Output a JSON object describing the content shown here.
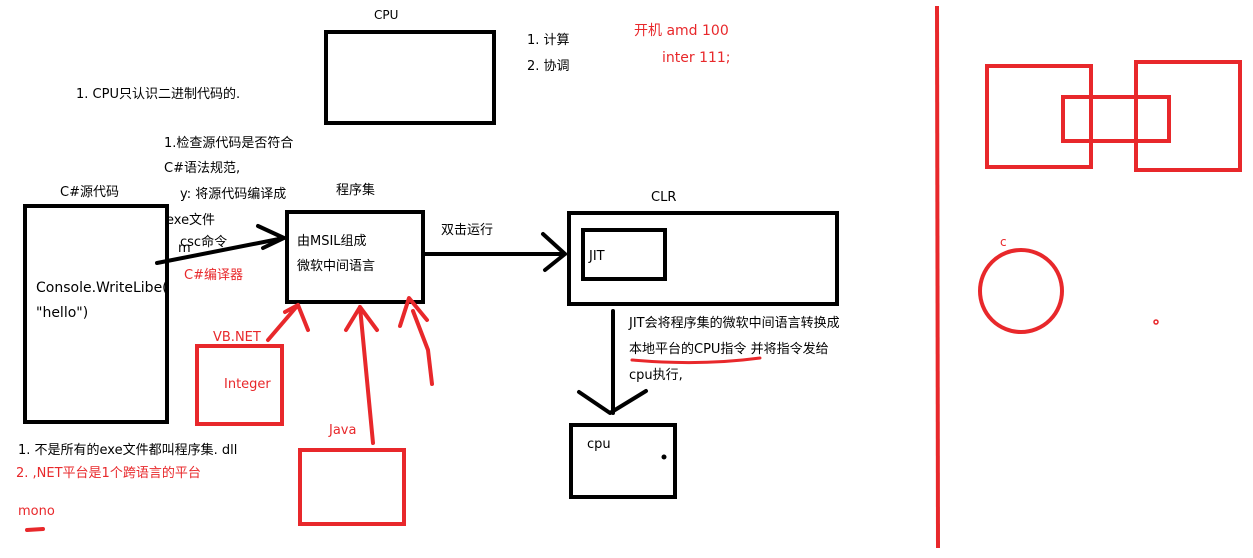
{
  "colors": {
    "ink": "#000000",
    "red": "#e8282b",
    "background": "#ffffff"
  },
  "cpu_top": {
    "title": "CPU"
  },
  "cpu_functions": [
    "1. 计算",
    "2. 协调"
  ],
  "boot_note": {
    "line1": "开机 amd 100",
    "line2": "inter 111;"
  },
  "cpu_binary_note": "1. CPU只认识二进制代码的.",
  "source_box": {
    "title": "C#源代码",
    "code_line1": "Console.WriteLibe(",
    "code_line2": "\"hello\")"
  },
  "compiler_notes": [
    "1.检查源代码是否符合",
    "C#语法规范,",
    "y: 将源代码编译成",
    "exe文件",
    "csc命令",
    "m"
  ],
  "compiler_label": "C#编译器",
  "assembly_box": {
    "title": "程序集",
    "line1": "由MSIL组成",
    "line2": "微软中间语言"
  },
  "double_click_label": "双击运行",
  "clr_box": {
    "title": "CLR",
    "jit": "JIT"
  },
  "jit_note": {
    "line1": "JIT会将程序集的微软中间语言转换成",
    "line2_highlight": "本地平台的CPU指令",
    "line2_rest": " 并将指令发给",
    "line3": "cpu执行,"
  },
  "cpu_bottom": {
    "label": "cpu"
  },
  "vbnet": {
    "label": "VB.NET",
    "inner": "Integer"
  },
  "java": {
    "label": "Java"
  },
  "bottom_notes": {
    "note1": "1. 不是所有的exe文件都叫程序集.  dll",
    "note2": "2. ,NET平台是1个跨语言的平台",
    "note3": "mono"
  },
  "right_panel": {
    "circle_label": "c"
  }
}
